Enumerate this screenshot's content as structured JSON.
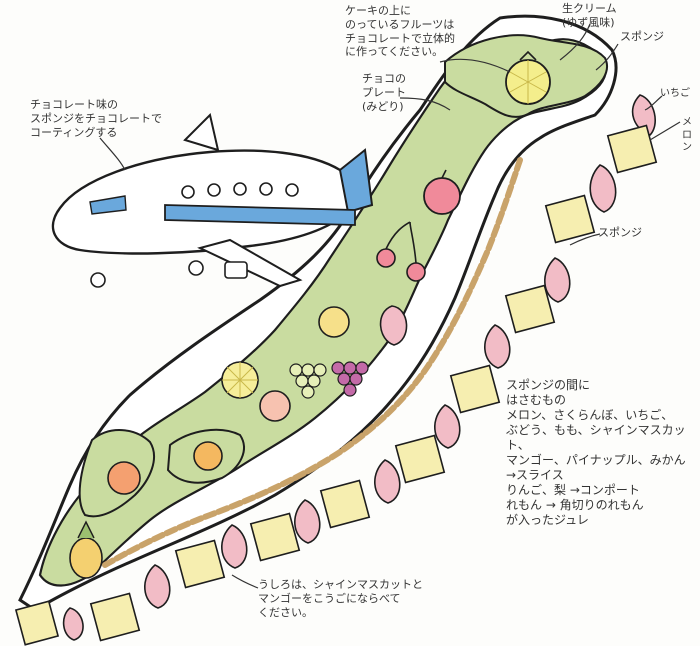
{
  "annotations": {
    "fruit_top": "ケーキの上に\nのっているフルーツは\nチョコレートで立体的\nに作ってください。",
    "fresh_cream": "生クリーム\n(ゆず風味)",
    "sponge_top_right": "スポンジ",
    "choco_plate": "チョコの\nプレート\n(みどり)",
    "chocolate_sponge": "チョコレート味の\nスポンジをチョコレートで\nコーティングする",
    "strawberry": "いちご",
    "melon": "メロン",
    "sponge_middle": "スポンジ",
    "between_sponge": "スポンジの間に\nはさむもの\nメロン、さくらんぼ、いちご、\nぶどう、もも、シャインマスカット、\nマンゴー、パイナップル、みかん\n→スライス\nりんご、梨 →コンポート\nれもん → 角切りのれもん\nが入ったジュレ",
    "back_side": "うしろは、シャインマスカットと\nマンゴーをこうごにならべて\nください。"
  },
  "colors": {
    "land_green": "#c9dca0",
    "cream": "#ffffff",
    "outline": "#1e1e1e",
    "strawberry_pink": "#f2bcc6",
    "pineapple_yellow": "#f6eeb0",
    "sponge_brown": "#c9a36a",
    "wing_blue": "#6aa8dc",
    "melon_yellow": "#f4ee8c",
    "apple_red": "#f08a9a",
    "grape_purple": "#c46aa8",
    "muscat_green": "#e6efb8",
    "orange": "#f4b860"
  }
}
